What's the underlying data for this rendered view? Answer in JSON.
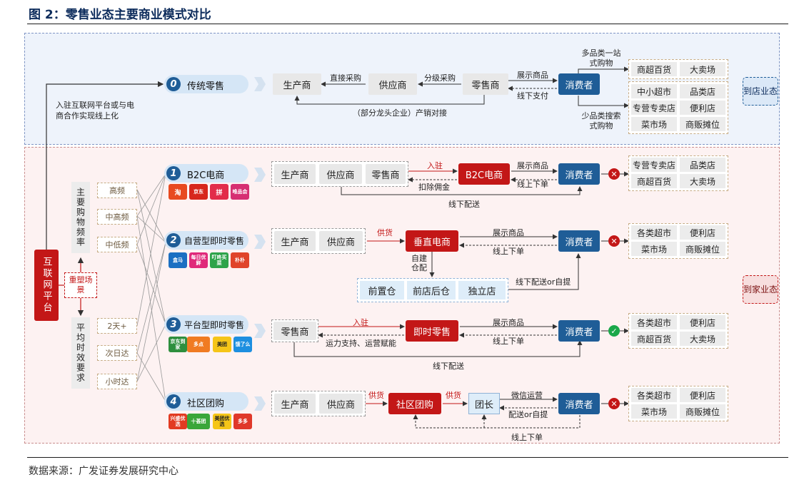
{
  "title": "图 2：零售业态主要商业模式对比",
  "source": "数据来源：广发证券发展研究中心",
  "labels": {
    "producer": "生产商",
    "supplier": "供应商",
    "retailer": "零售商",
    "consumer": "消费者",
    "online_note": "入驻互联网平台或与电商合作实现线上化",
    "reshape": "重塑场景",
    "internet_platform": "互联网平台",
    "main_freq": "主要购物频率",
    "avg_time": "平均时效要求",
    "to_store": "到店业态",
    "to_home": "到家业态"
  },
  "freq_opts": [
    "高频",
    "中高频",
    "中低频"
  ],
  "time_opts": [
    "2天+",
    "次日达",
    "小时达"
  ],
  "traditional": {
    "num": "0",
    "name": "传统零售",
    "direct_purchase": "直接采购",
    "tier_purchase": "分级采购",
    "show_goods": "展示商品",
    "offline_pay": "线下支付",
    "top_note": "（部分龙头企业）产销对接",
    "multi_cat": "多品类一站式购物",
    "few_cat": "少品类搜索式购物",
    "formats_a": [
      "商超百货",
      "大卖场"
    ],
    "formats_b": [
      "中小超市",
      "品类店",
      "专营专卖店",
      "便利店",
      "菜市场",
      "商贩摊位"
    ]
  },
  "b2c": {
    "num": "1",
    "name": "B2C电商",
    "platform": "B2C电商",
    "join": "入驻",
    "commission": "扣除佣金",
    "show_goods": "展示商品",
    "online_order": "线上下单",
    "offline_delivery": "线下配送",
    "formats": [
      "专营专卖店",
      "品类店",
      "商超百货",
      "大卖场"
    ],
    "logos": [
      "淘",
      "京东",
      "拼",
      "唯品会"
    ]
  },
  "self_run": {
    "num": "2",
    "name": "自营型即时零售",
    "platform": "垂直电商",
    "supply": "供货",
    "warehouse": "自建仓配",
    "show_goods": "展示商品",
    "online_order": "线上下单",
    "deliver_or_pickup": "线下配送or自提",
    "warehouses": [
      "前置仓",
      "前店后仓",
      "独立店"
    ],
    "formats": [
      "各类超市",
      "便利店",
      "菜市场",
      "商贩摊位"
    ],
    "logos": [
      "盒马",
      "每日优鲜",
      "叮咚买菜",
      "朴朴"
    ]
  },
  "platform_run": {
    "num": "3",
    "name": "平台型即时零售",
    "platform": "即时零售",
    "join": "入驻",
    "support": "运力支持、运营赋能",
    "show_goods": "展示商品",
    "online_order": "线上下单",
    "offline_delivery": "线下配送",
    "formats": [
      "各类超市",
      "便利店",
      "商超百货",
      "大卖场"
    ],
    "logos": [
      "京东到家",
      "多点",
      "美团",
      "饿了么"
    ]
  },
  "community": {
    "num": "4",
    "name": "社区团购",
    "platform": "社区团购",
    "supply1": "供货",
    "supply2": "供货",
    "leader": "团长",
    "wechat": "微信运营",
    "deliver_or_pickup": "配送or自提",
    "online_order": "线上下单",
    "formats": [
      "各类超市",
      "便利店",
      "菜市场",
      "商贩摊位"
    ],
    "logos": [
      "兴盛优选",
      "十荟团",
      "美团优选",
      "多多"
    ]
  },
  "colors": {
    "blue": "#1f5d97",
    "red": "#c31717",
    "green": "#1aa84a",
    "band_top": "#eef3fb",
    "band_bottom": "#fdf2f2"
  }
}
